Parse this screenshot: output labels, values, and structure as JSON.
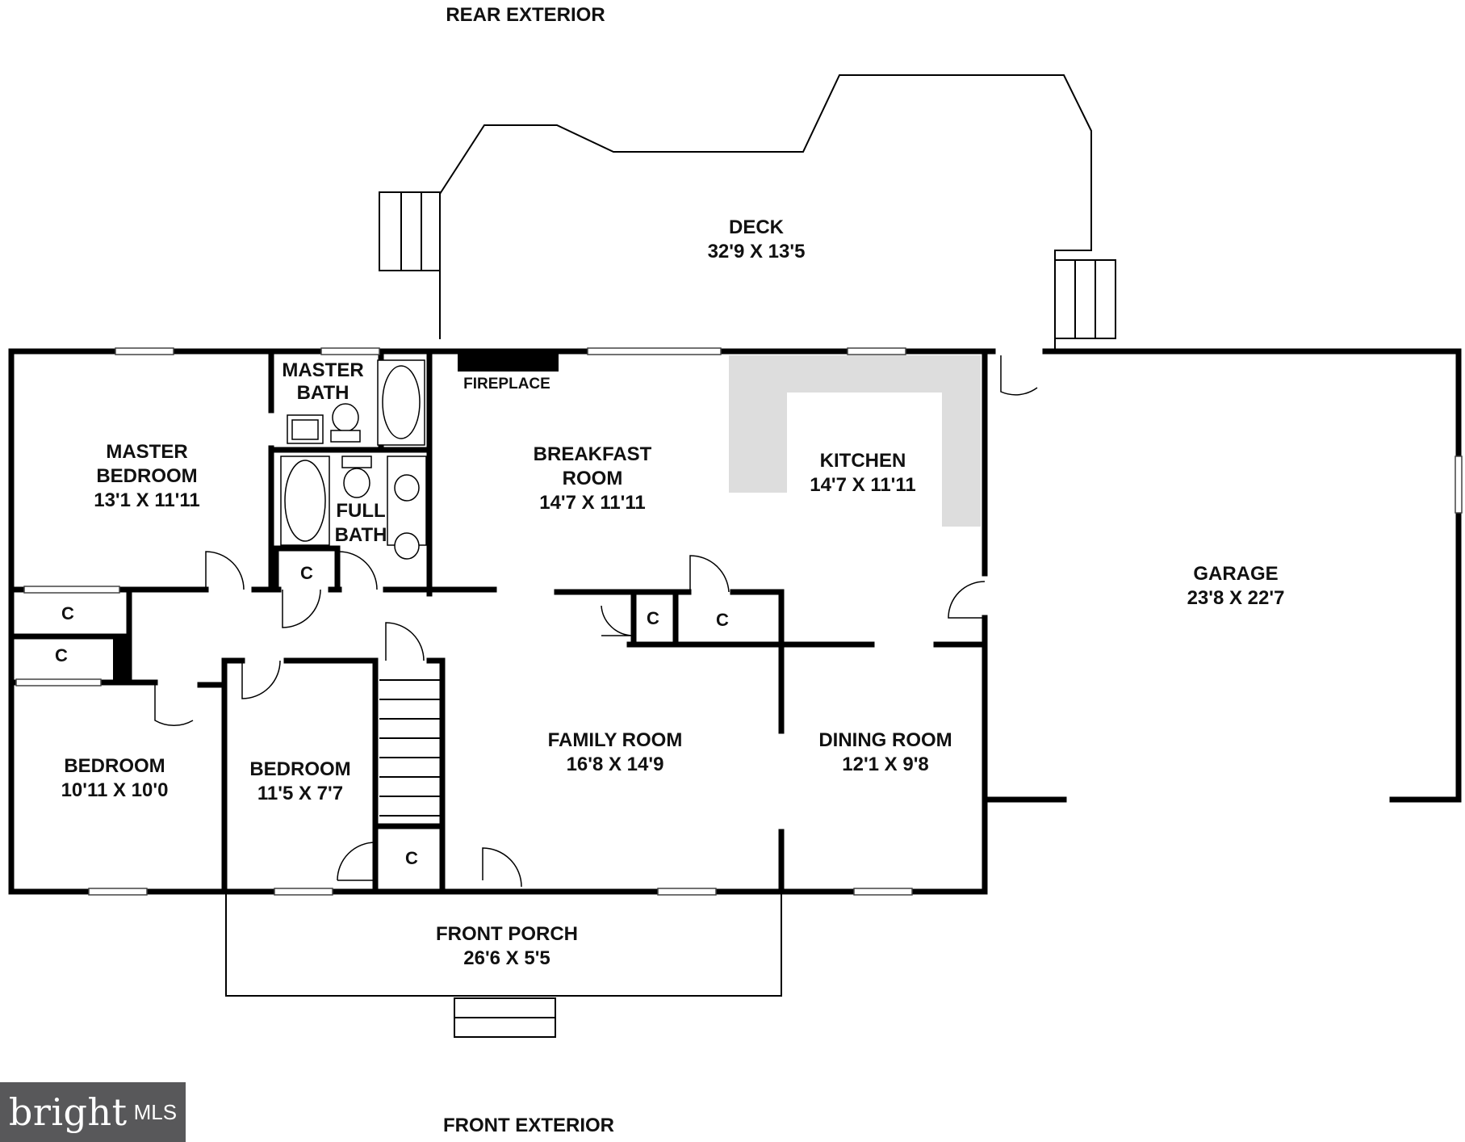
{
  "labels": {
    "rear_exterior": "REAR EXTERIOR",
    "front_exterior": "FRONT EXTERIOR",
    "fireplace": "FIREPLACE",
    "closet": "C"
  },
  "rooms": {
    "deck": {
      "name": "DECK",
      "dims": "32'9 X 13'5"
    },
    "master_bath": {
      "name_line1": "MASTER",
      "name_line2": "BATH"
    },
    "full_bath": {
      "name_line1": "FULL",
      "name_line2": "BATH"
    },
    "master_bedroom": {
      "name_line1": "MASTER",
      "name_line2": "BEDROOM",
      "dims": "13'1 X 11'11"
    },
    "breakfast_room": {
      "name_line1": "BREAKFAST",
      "name_line2": "ROOM",
      "dims": "14'7 X 11'11"
    },
    "kitchen": {
      "name": "KITCHEN",
      "dims": "14'7 X 11'11"
    },
    "garage": {
      "name": "GARAGE",
      "dims": "23'8 X 22'7"
    },
    "bedroom_left": {
      "name": "BEDROOM",
      "dims": "10'11 X 10'0"
    },
    "bedroom_middle": {
      "name": "BEDROOM",
      "dims": "11'5 X 7'7"
    },
    "family_room": {
      "name": "FAMILY ROOM",
      "dims": "16'8 X 14'9"
    },
    "dining_room": {
      "name": "DINING ROOM",
      "dims": "12'1 X 9'8"
    },
    "front_porch": {
      "name": "FRONT PORCH",
      "dims": "26'6 X 5'5"
    }
  },
  "logo": {
    "text": "bright",
    "suffix": "MLS"
  },
  "colors": {
    "walls": "#000000",
    "counter": "#dddddd",
    "logo_bg": "#58585a"
  }
}
